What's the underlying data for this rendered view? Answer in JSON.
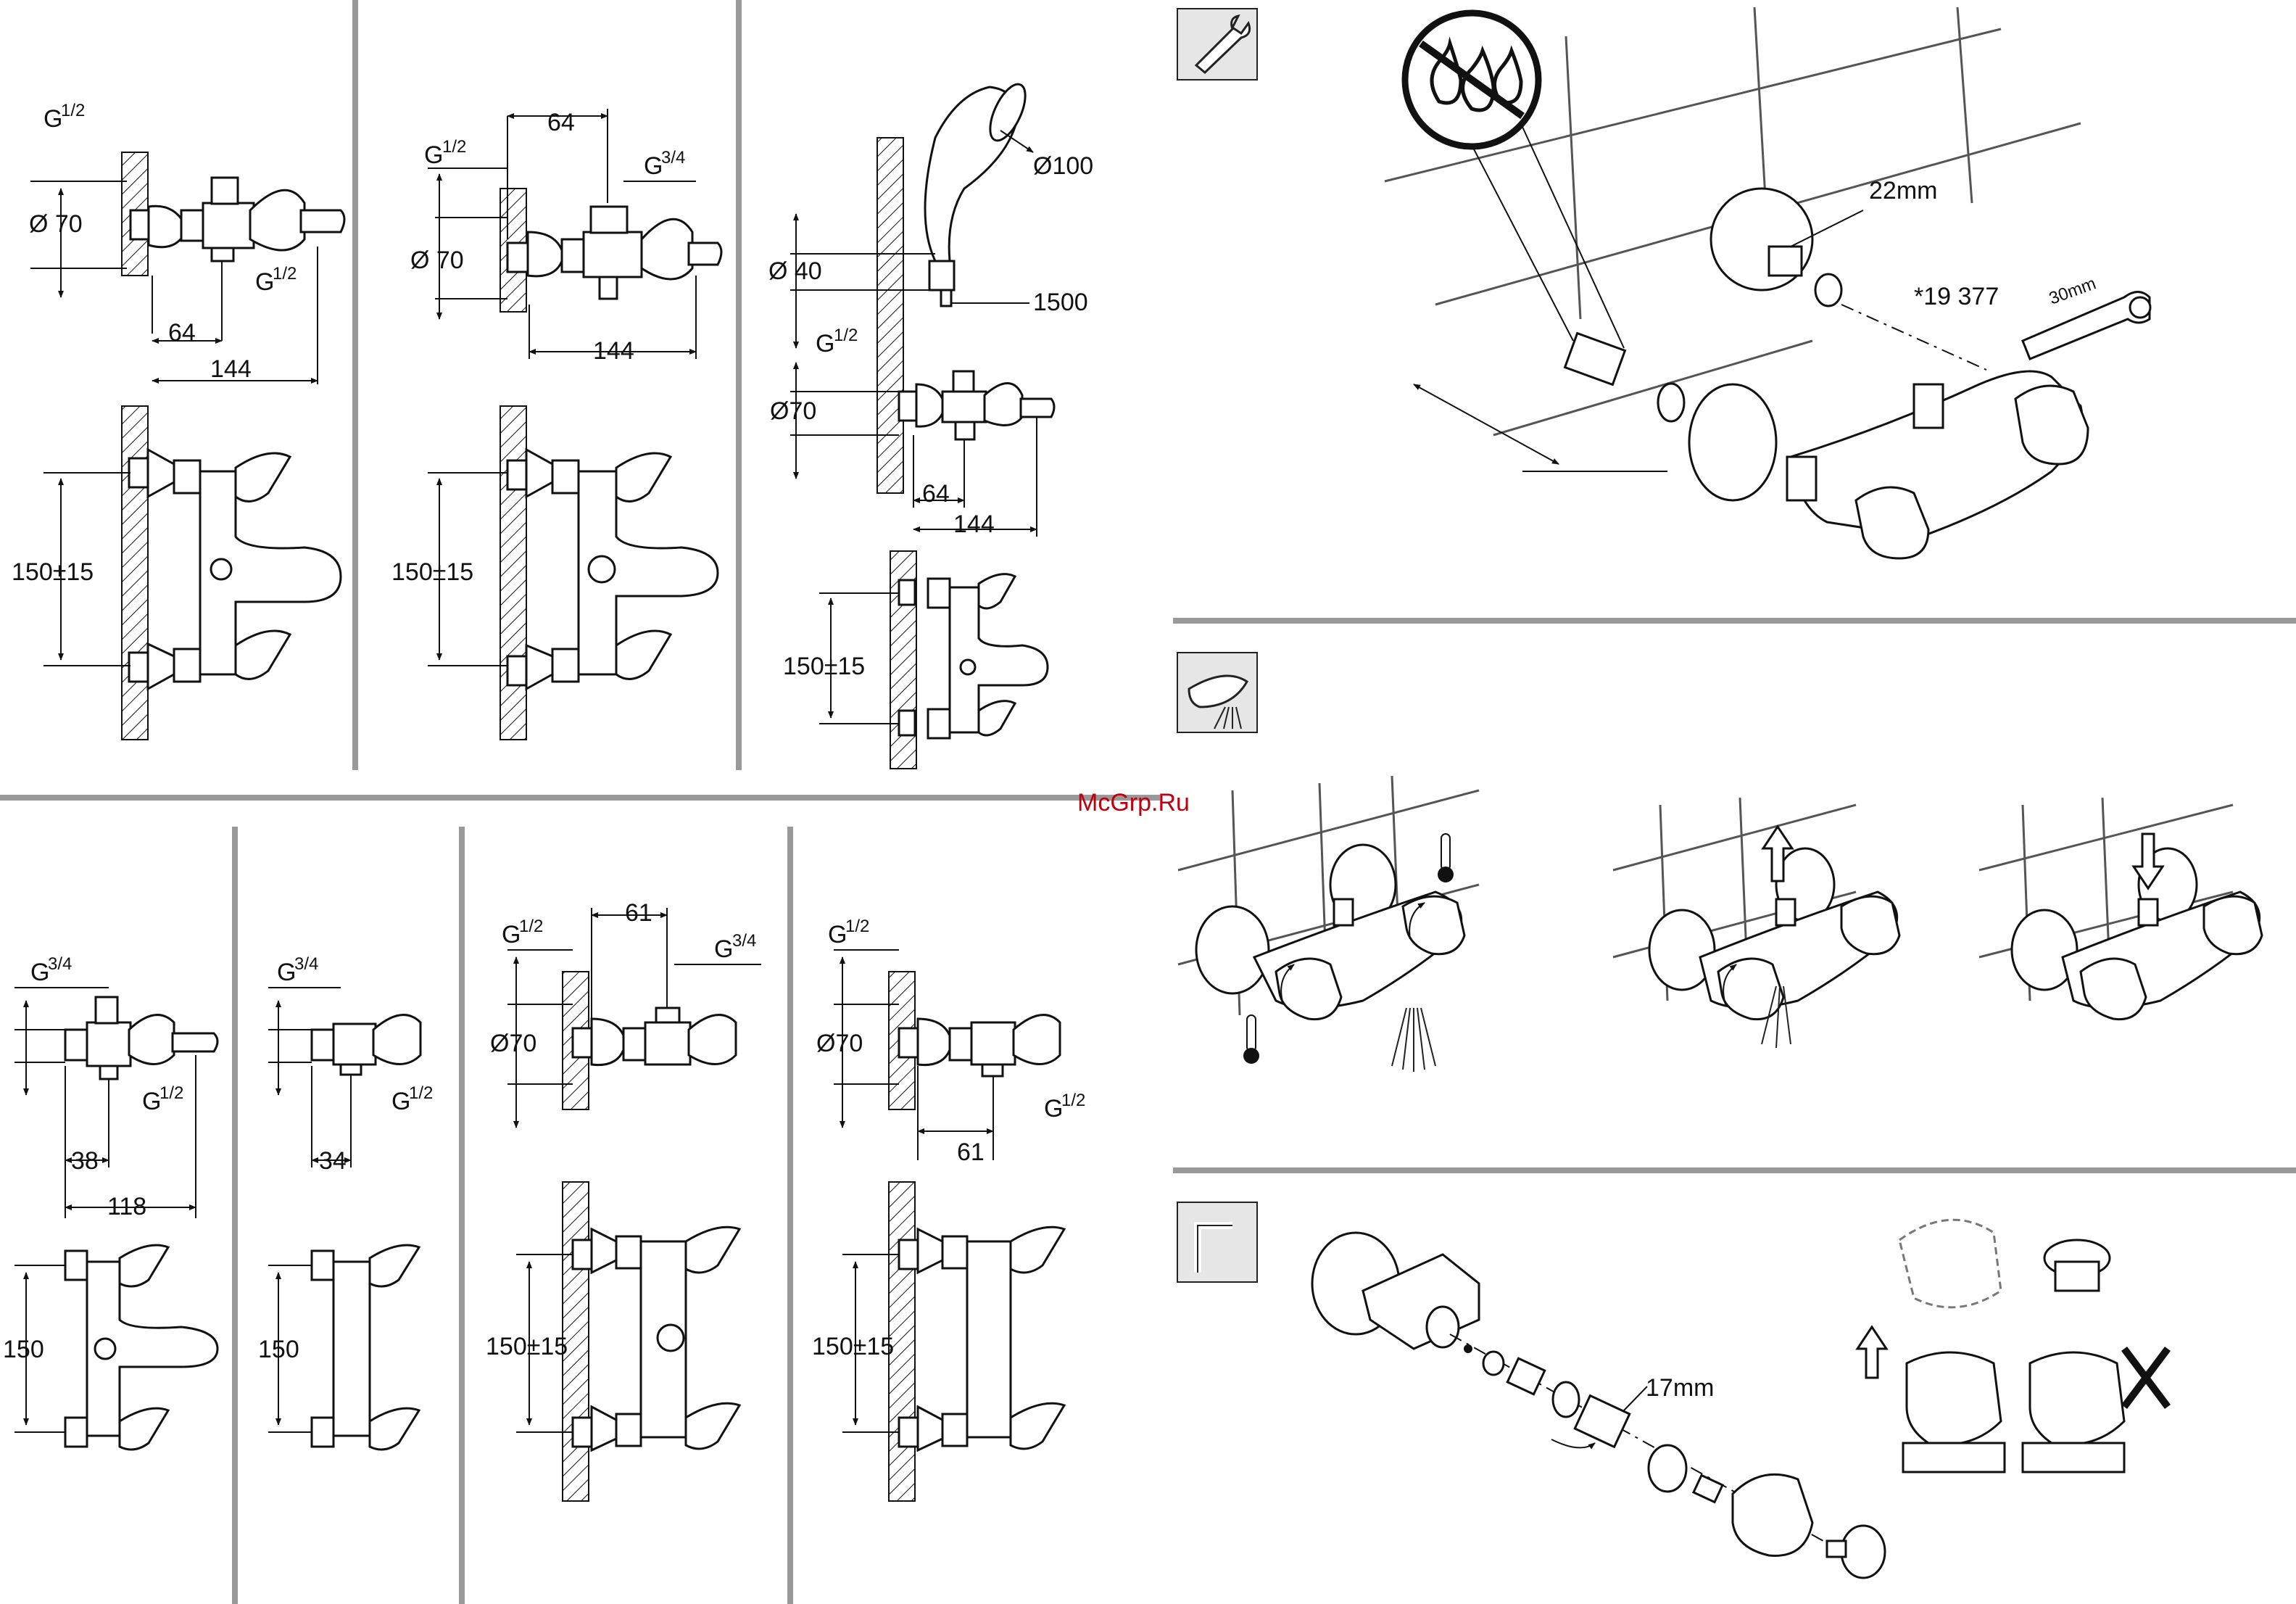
{
  "watermark": "McGrp.Ru",
  "icons": [
    "wrench-icon",
    "spray-icon",
    "hex-key-icon",
    "no-water-drops-icon",
    "thermometer-icon"
  ],
  "panel1": {
    "thread_in": "G",
    "thread_in_frac": "1/2",
    "diameter": "Ø 70",
    "thread_out": "G",
    "thread_out_frac": "1/2",
    "dim_64": "64",
    "dim_144": "144",
    "dim_spacing": "150±15"
  },
  "panel2": {
    "dim_64": "64",
    "thread_in": "G",
    "thread_in_frac": "1/2",
    "thread_top": "G",
    "thread_top_frac": "3/4",
    "diameter": "Ø 70",
    "dim_144": "144",
    "dim_spacing": "150±15"
  },
  "panel3": {
    "head_diameter": "Ø100",
    "holder_diameter": "Ø 40",
    "height": "1500",
    "thread": "G",
    "thread_frac": "1/2",
    "diameter": "Ø70",
    "dim_64": "64",
    "dim_144": "144",
    "dim_spacing": "150±15"
  },
  "panel4": {
    "thread_top": "G",
    "thread_top_frac": "3/4",
    "thread_out": "G",
    "thread_out_frac": "1/2",
    "dim_38": "38",
    "dim_118": "118",
    "dim_spacing": "150"
  },
  "panel5": {
    "thread_top": "G",
    "thread_top_frac": "3/4",
    "thread_out": "G",
    "thread_out_frac": "1/2",
    "dim_34": "34",
    "dim_spacing": "150"
  },
  "panel6": {
    "dim_61": "61",
    "thread_in": "G",
    "thread_in_frac": "1/2",
    "thread_top": "G",
    "thread_top_frac": "3/4",
    "diameter": "Ø70",
    "dim_spacing": "150±15"
  },
  "panel7": {
    "thread_in": "G",
    "thread_in_frac": "1/2",
    "diameter": "Ø70",
    "thread_out": "G",
    "thread_out_frac": "1/2",
    "dim_61": "61",
    "dim_spacing": "150±15"
  },
  "install": {
    "nut_size": "22mm",
    "tool_code": "*19 377",
    "tool_size": "30mm"
  },
  "service": {
    "nut_size": "17mm"
  }
}
